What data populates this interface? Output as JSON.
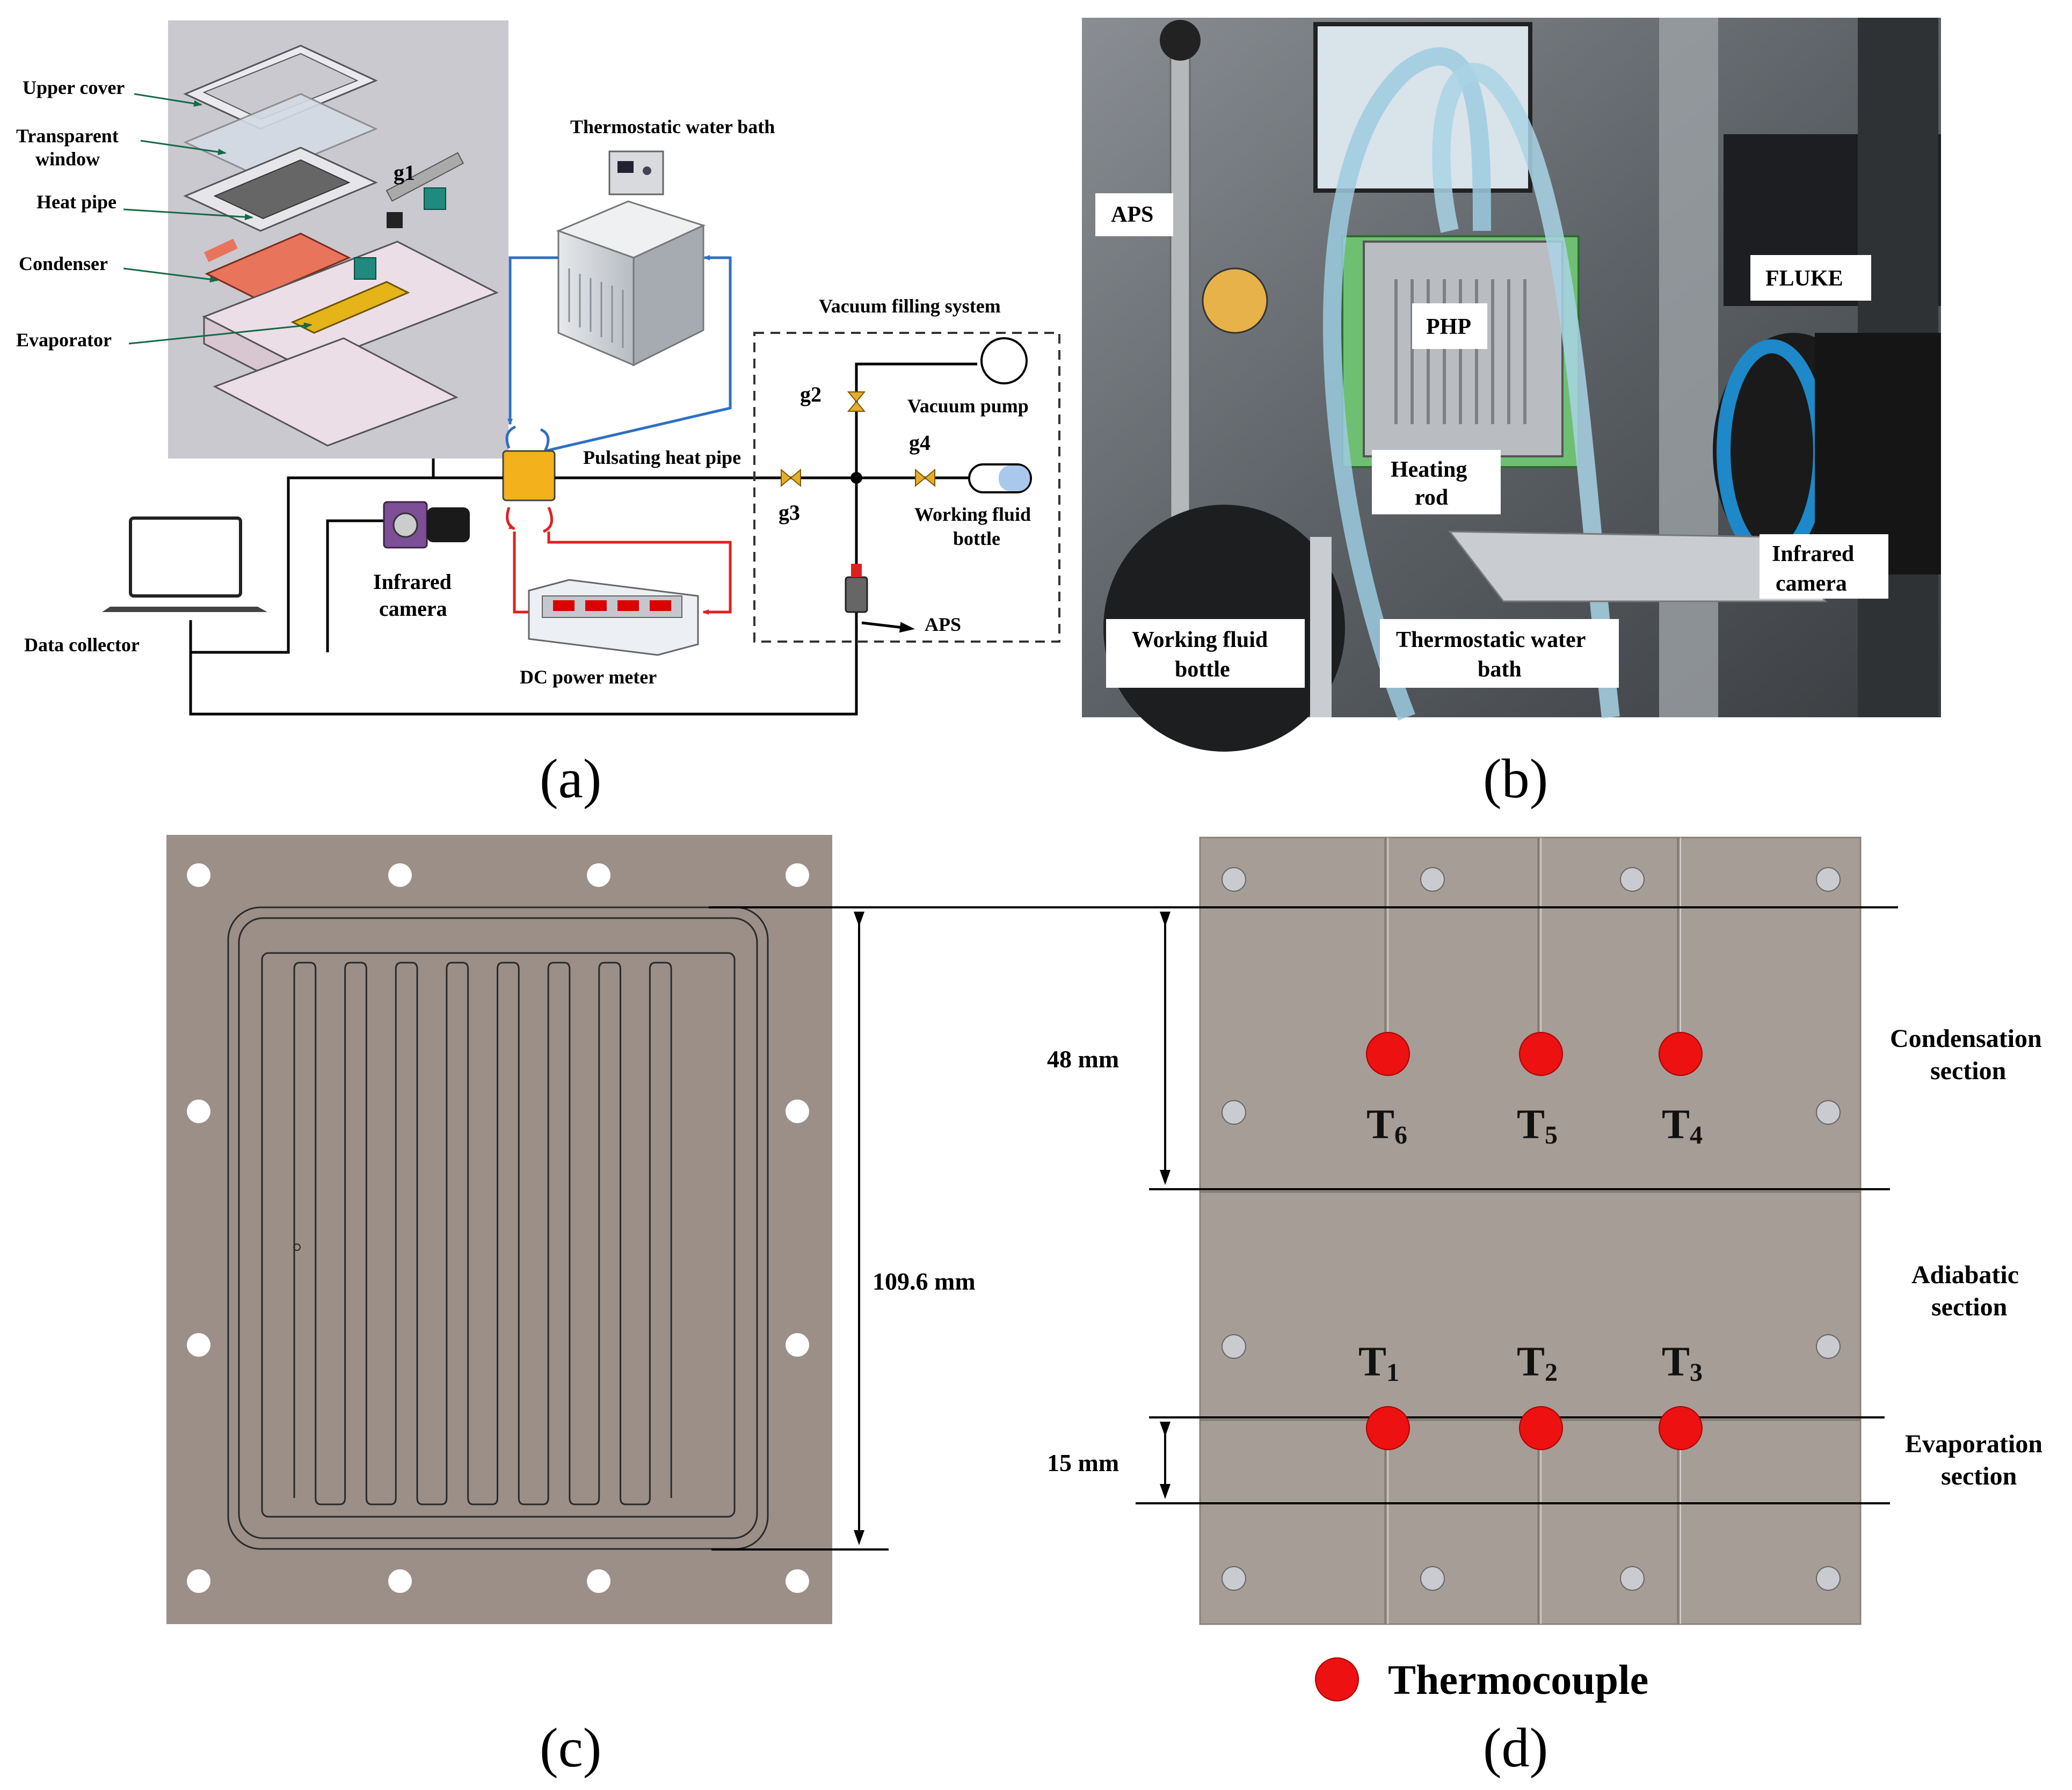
{
  "panel_a": {
    "caption": "(a)",
    "exploded_labels": [
      "Upper cover",
      "Transparent",
      "window",
      "Heat pipe",
      "Condenser",
      "Evaporator"
    ],
    "valve_g1": "g1",
    "water_bath": "Thermostatic water bath",
    "vacuum_system": "Vacuum filling system",
    "valve_g2": "g2",
    "valve_g3": "g3",
    "valve_g4": "g4",
    "vacuum_pump": "Vacuum pump",
    "pulsating_pipe": "Pulsating heat pipe",
    "working_fluid": [
      "Working fluid",
      "bottle"
    ],
    "aps": "APS",
    "infrared_camera": [
      "Infrared",
      "camera"
    ],
    "data_collector": "Data collector",
    "dc_power": "DC power meter",
    "colors": {
      "cooling_line": "#2f6fc6",
      "heating_line": "#e02020",
      "pipe_body": "#f3b21b",
      "render_bg": "#c9c9cf"
    }
  },
  "panel_b": {
    "caption": "(b)",
    "labels": {
      "aps": "APS",
      "php": "PHP",
      "fluke": "FLUKE",
      "heating_rod": [
        "Heating",
        "rod"
      ],
      "infrared_camera": [
        "Infrared",
        "camera"
      ],
      "working_fluid": [
        "Working fluid",
        "bottle"
      ],
      "water_bath": [
        "Thermostatic water",
        "bath"
      ]
    }
  },
  "panel_c": {
    "caption": "(c)",
    "dimension": "109.6 mm",
    "channel_turns": 8,
    "colors": {
      "plate": "#9b8f88",
      "channel": "#2a2a2a"
    }
  },
  "panel_d": {
    "caption": "(d)",
    "dim_condensation": "48 mm",
    "dim_evaporation": "15 mm",
    "sections": {
      "condensation": [
        "Condensation",
        "section"
      ],
      "adiabatic": [
        "Adiabatic",
        "section"
      ],
      "evaporation": [
        "Evaporation",
        "section"
      ]
    },
    "thermocouples_top": [
      {
        "main": "T",
        "sub": "6"
      },
      {
        "main": "T",
        "sub": "5"
      },
      {
        "main": "T",
        "sub": "4"
      }
    ],
    "thermocouples_bottom": [
      {
        "main": "T",
        "sub": "1"
      },
      {
        "main": "T",
        "sub": "2"
      },
      {
        "main": "T",
        "sub": "3"
      }
    ],
    "legend": "Thermocouple",
    "colors": {
      "plate": "#a69d96",
      "thermocouple": "#ee1111"
    }
  }
}
